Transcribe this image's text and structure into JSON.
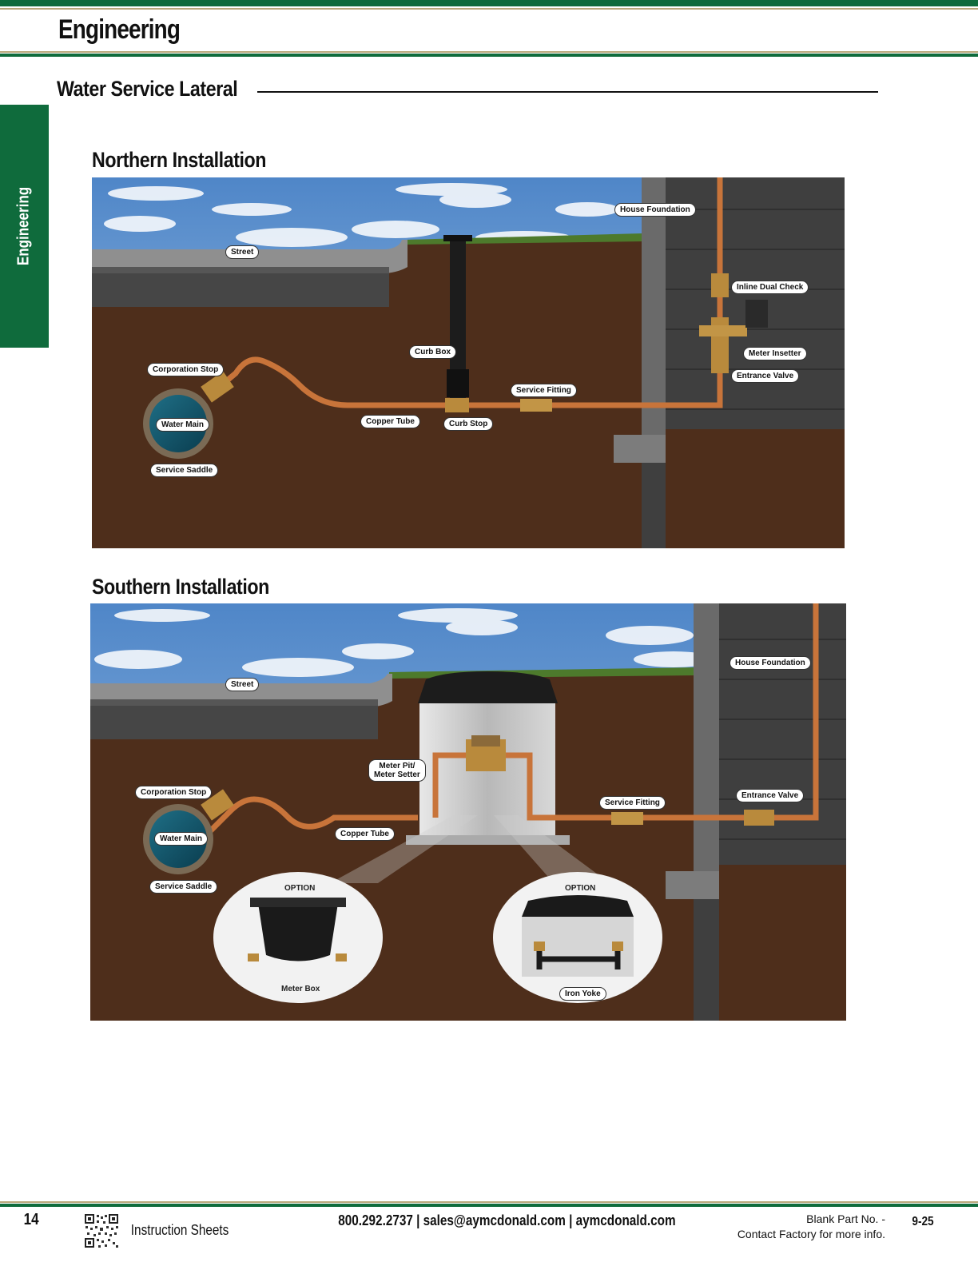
{
  "header": {
    "title": "Engineering"
  },
  "section": {
    "title": "Water Service Lateral"
  },
  "side_tab": {
    "label": "Engineering"
  },
  "northern": {
    "title": "Northern Installation",
    "labels": {
      "street": "Street",
      "house_foundation": "House Foundation",
      "inline_dual_check": "Inline Dual Check",
      "curb_box": "Curb Box",
      "meter_insetter": "Meter Insetter",
      "corporation_stop": "Corporation Stop",
      "entrance_valve": "Entrance Valve",
      "service_fitting": "Service Fitting",
      "water_main": "Water Main",
      "copper_tube": "Copper Tube",
      "curb_stop": "Curb Stop",
      "service_saddle": "Service Saddle"
    }
  },
  "southern": {
    "title": "Southern Installation",
    "labels": {
      "house_foundation": "House Foundation",
      "street": "Street",
      "meter_pit_line1": "Meter Pit/",
      "meter_pit_line2": "Meter Setter",
      "corporation_stop": "Corporation Stop",
      "service_fitting": "Service Fitting",
      "entrance_valve": "Entrance Valve",
      "water_main": "Water Main",
      "copper_tube": "Copper Tube",
      "service_saddle": "Service Saddle",
      "option_left": "OPTION",
      "option_right": "OPTION",
      "meter_box": "Meter Box",
      "iron_yoke": "Iron Yoke"
    }
  },
  "footer": {
    "page_number": "14",
    "section": "Instruction Sheets",
    "contact": "800.292.2737  |  sales@aymcdonald.com  |  aymcdonald.com",
    "part_line1": "Blank Part No. -",
    "part_line2": "Contact Factory for more info.",
    "revision": "9-25"
  },
  "colors": {
    "brand_green": "#0f6b3c",
    "copper": "#c8743a",
    "soil": "#4e2e1b"
  }
}
